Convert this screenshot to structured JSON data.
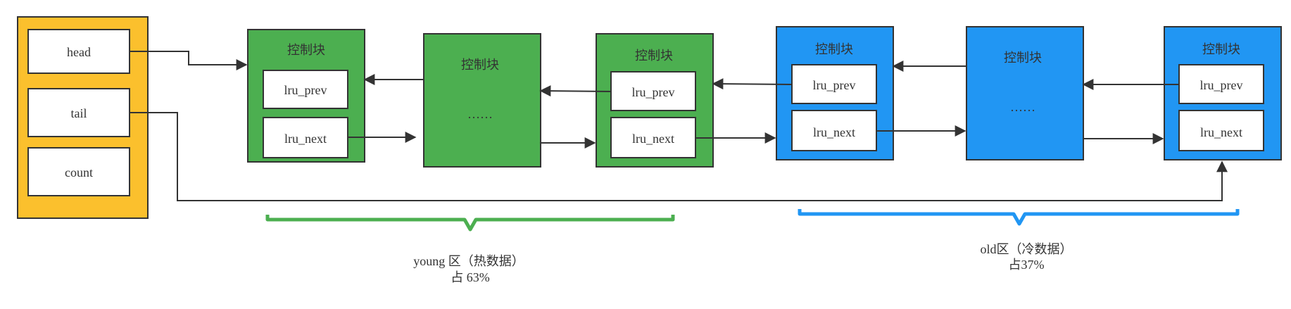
{
  "colors": {
    "yellow": "#FBC02D",
    "green": "#4CAF50",
    "blue": "#2196F3",
    "stroke": "#333333",
    "white": "#FFFFFF"
  },
  "list_header": {
    "head": "head",
    "tail": "tail",
    "count": "count"
  },
  "blocks": [
    {
      "title": "控制块",
      "prev": "lru_prev",
      "next": "lru_next"
    },
    {
      "title": "控制块",
      "ellipsis": "……"
    },
    {
      "title": "控制块",
      "prev": "lru_prev",
      "next": "lru_next"
    },
    {
      "title": "控制块",
      "prev": "lru_prev",
      "next": "lru_next"
    },
    {
      "title": "控制块",
      "ellipsis": "……"
    },
    {
      "title": "控制块",
      "prev": "lru_prev",
      "next": "lru_next"
    }
  ],
  "regions": {
    "young": {
      "line1": "young 区（热数据）",
      "line2": "占 63%"
    },
    "old": {
      "line1": "old区（冷数据）",
      "line2": "占37%"
    }
  }
}
